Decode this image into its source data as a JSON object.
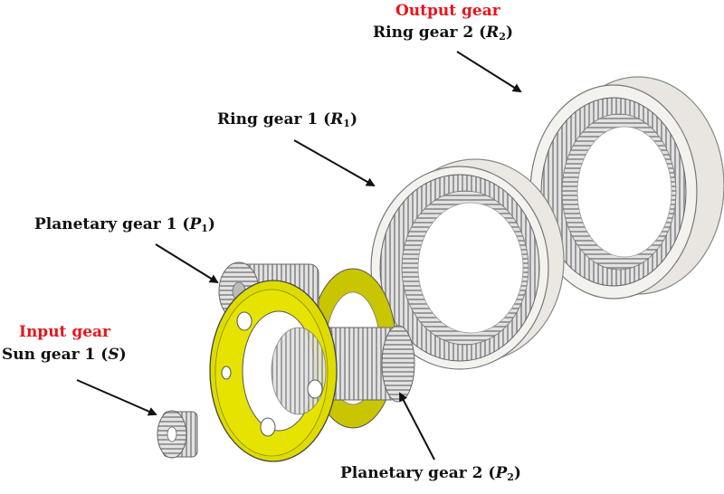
{
  "labels": {
    "output_gear": "Output gear",
    "ring2": {
      "prefix": "Ring gear 2 (",
      "sym": "R",
      "sub": "2",
      "suffix": ")"
    },
    "ring1": {
      "prefix": "Ring gear 1 (",
      "sym": "R",
      "sub": "1",
      "suffix": ")"
    },
    "planet1": {
      "prefix": "Planetary gear 1 (",
      "sym": "P",
      "sub": "1",
      "suffix": ")"
    },
    "input_gear": "Input gear",
    "sun1": {
      "prefix": "Sun gear 1 (",
      "sym": "S",
      "suffix": ")"
    },
    "planet2": {
      "prefix": "Planetary gear 2 (",
      "sym": "P",
      "sub": "2",
      "suffix": ")"
    }
  },
  "colors": {
    "highlight": "#e8141b",
    "carrier": "#d8d400",
    "gear_metal": "#cfcfcf",
    "ring_body": "#ebe8e4"
  }
}
